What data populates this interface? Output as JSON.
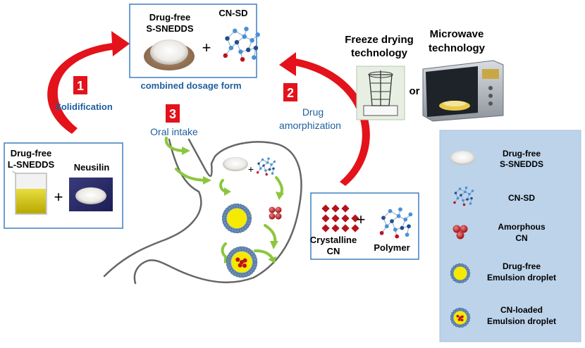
{
  "top_box": {
    "s_snedds_line1": "Drug-free",
    "s_snedds_line2": "S-SNEDDS",
    "plus": "+",
    "cnsd": "CN-SD",
    "caption": "combined dosage form"
  },
  "left_box": {
    "lsnedds_line1": "Drug-free",
    "lsnedds_line2": "L-SNEDDS",
    "neusilin": "Neusilin",
    "plus": "+"
  },
  "poly_box": {
    "crystalline_line1": "Crystalline",
    "crystalline_line2": "CN",
    "plus": "+",
    "polymer": "Polymer"
  },
  "step1": {
    "number": "1",
    "label": "Solidification"
  },
  "step2": {
    "number": "2",
    "label_line1": "Drug",
    "label_line2": "amorphization"
  },
  "step3": {
    "number": "3",
    "label": "Oral intake"
  },
  "tech": {
    "freeze_line1": "Freeze drying",
    "freeze_line2": "technology",
    "micro_line1": "Microwave",
    "micro_line2": "technology",
    "or": "or"
  },
  "stomach": {
    "plus": "+"
  },
  "legend": {
    "items": [
      {
        "line1": "Drug-free",
        "line2": "S-SNEDDS"
      },
      {
        "line1": "CN-SD",
        "line2": ""
      },
      {
        "line1": "Amorphous",
        "line2": "CN"
      },
      {
        "line1": "Drug-free",
        "line2": "Emulsion droplet"
      },
      {
        "line1": "CN-loaded",
        "line2": "Emulsion droplet"
      }
    ]
  },
  "colors": {
    "arrow_red": "#e3121b",
    "badge_red": "#e3121b",
    "label_blue": "#1f5f9e",
    "box_border": "#3f7fbf",
    "legend_bg": "#bcd3ea",
    "green_arrow": "#8cc63f",
    "droplet_yellow": "#f5ea00",
    "amorphous_red": "#c0121b"
  }
}
